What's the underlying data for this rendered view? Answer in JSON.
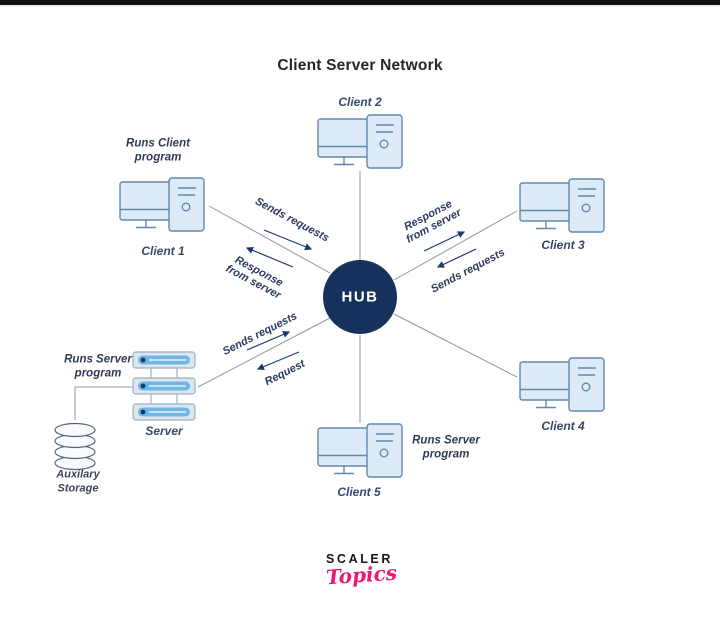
{
  "title": "Client Server Network",
  "hub": {
    "label": "HUB"
  },
  "nodes": {
    "client1": {
      "label": "Client 1",
      "annotation": "Runs Client program"
    },
    "client2": {
      "label": "Client 2"
    },
    "client3": {
      "label": "Client 3"
    },
    "client4": {
      "label": "Client 4"
    },
    "client5": {
      "label": "Client 5",
      "annotation": "Runs Server program"
    },
    "server": {
      "label": "Server",
      "annotation": "Runs Server program"
    },
    "storage": {
      "label": "Auxilary Storage"
    }
  },
  "edges": {
    "client1_hub": {
      "request_label": "Sends requests",
      "response_label": "Response from server"
    },
    "client3_hub": {
      "request_label": "Sends requests",
      "response_label": "Response from server"
    },
    "server_hub": {
      "request_label": "Sends requests",
      "response_label": "Request"
    }
  },
  "logo": {
    "brand": "SCALER",
    "sub": "Topics"
  },
  "colors": {
    "hub_navy": "#16325c",
    "icon_fill": "#dcebf7",
    "icon_stroke": "#6288ad",
    "server_bar_blue": "#6fb6e9",
    "arrow_navy": "#1c3a6c",
    "accent_pink": "#e9197a"
  }
}
